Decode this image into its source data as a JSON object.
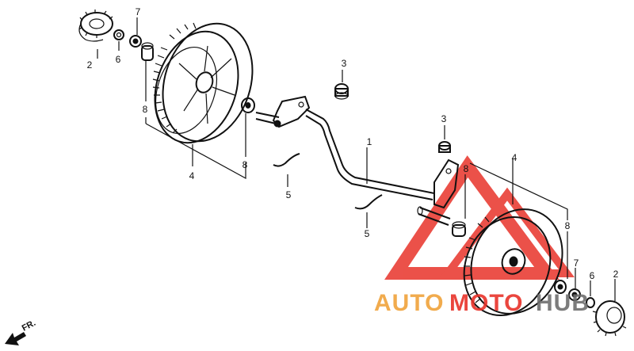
{
  "callouts": {
    "c2a": "2",
    "c6a": "6",
    "c7a": "7",
    "c8a": "8",
    "c8b": "8",
    "c4a": "4",
    "c3a": "3",
    "c3b": "3",
    "c1": "1",
    "c5a": "5",
    "c5b": "5",
    "c8c": "8",
    "c4b": "4",
    "c8d": "8",
    "c7b": "7",
    "c6b": "6",
    "c2b": "2"
  },
  "direction": {
    "label": "FR."
  },
  "watermark": {
    "part1": "AUTO",
    "part2": "MOTO",
    "part3": "HUB",
    "color_orange": "#f0a23a",
    "color_red": "#e8332a",
    "color_gray": "#6e6e6e"
  }
}
